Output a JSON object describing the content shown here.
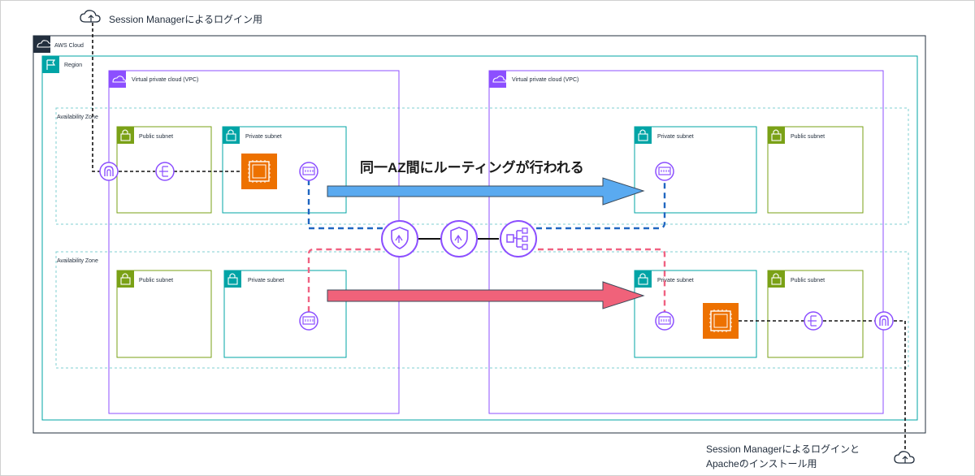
{
  "labels": {
    "session_top": "Session Managerによるログイン用",
    "session_bottom_line1": "Session Managerによるログインと",
    "session_bottom_line2": "Apacheのインストール用",
    "aws_cloud": "AWS Cloud",
    "region": "Region",
    "vpc_left": "Virtual private cloud (VPC)",
    "vpc_right": "Virtual private cloud (VPC)",
    "az_top": "Availability Zone",
    "az_bottom": "Availability Zone",
    "public_subnet": "Public subnet",
    "private_subnet": "Private subnet",
    "routing_text": "同一AZ間にルーティングが行われる"
  },
  "colors": {
    "cloud_border": "#232f3e",
    "region_border": "#00a4a6",
    "vpc_border": "#8c4fff",
    "az_border": "#7fcfd0",
    "public_subnet": "#7aa116",
    "private_subnet": "#00a4a6",
    "ec2": "#ed7100",
    "endpoint": "#8c4fff",
    "arrow_blue": "#5aaaf0",
    "arrow_red": "#f0627a",
    "dash_blue": "#1f66c1",
    "dash_red": "#f06282"
  },
  "icons": {
    "internet": "cloud-upload-icon",
    "igw": "internet-gateway-icon",
    "ec2": "ec2-instance-icon",
    "eni": "network-interface-icon",
    "nat": "router-icon",
    "lattice": "gateway-load-balancer-icon"
  }
}
